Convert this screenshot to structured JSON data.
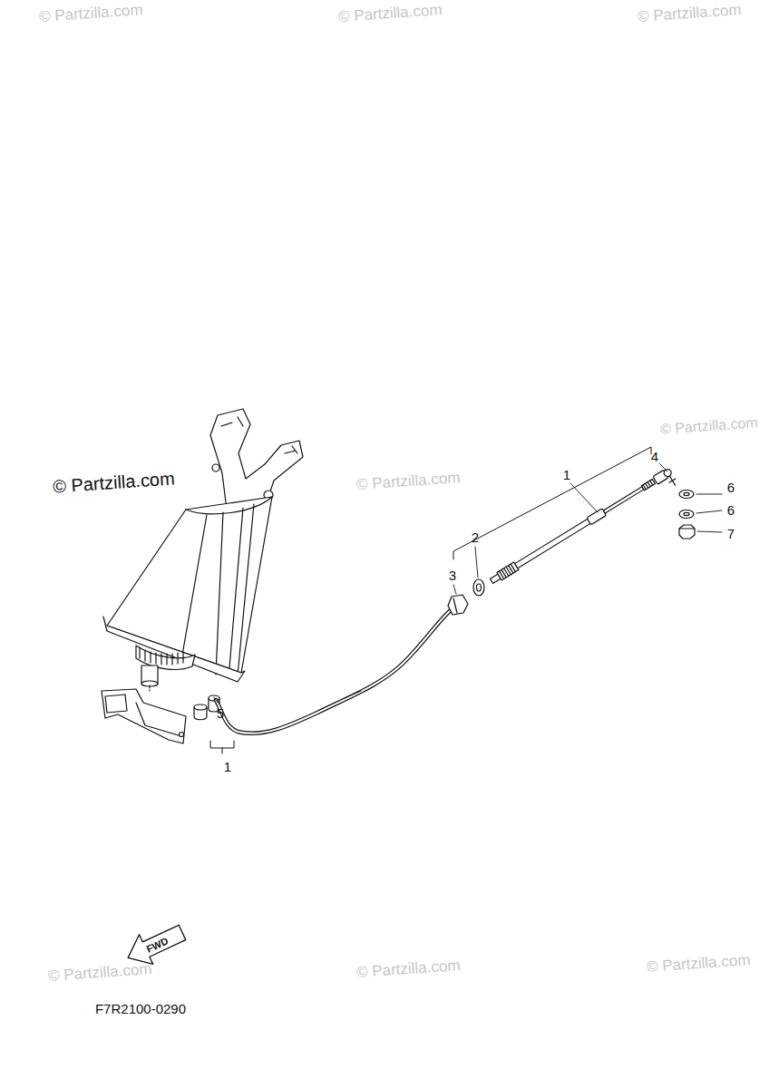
{
  "diagram": {
    "labels": [
      "© Partzilla.com",
      "© Partzilla.com",
      "© Partzilla.com",
      "© Partzilla.com",
      "© Partzilla.com",
      "© Partzilla.com",
      "1",
      "4",
      "6",
      "6",
      "7",
      "2",
      "3",
      "5",
      "1",
      "© Partzilla.com",
      "FWD",
      "© Partzilla.com",
      "© Partzilla.com",
      "F7R2100-0290"
    ]
  }
}
